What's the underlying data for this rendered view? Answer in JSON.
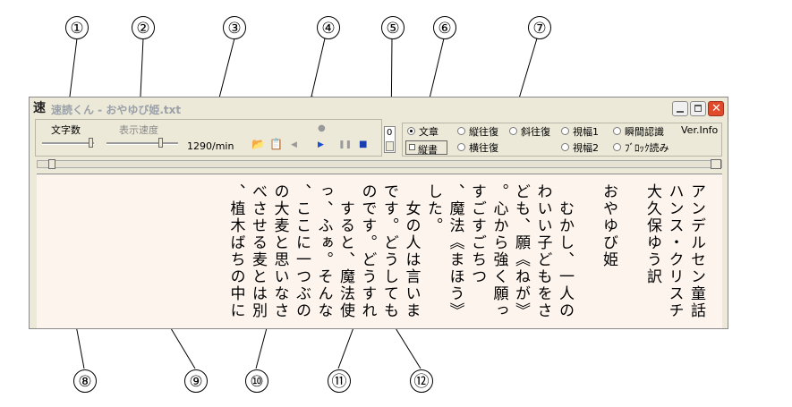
{
  "callouts": [
    "①",
    "②",
    "③",
    "④",
    "⑤",
    "⑥",
    "⑦",
    "⑧",
    "⑨",
    "⑩",
    "⑪",
    "⑫"
  ],
  "window": {
    "app_icon": "速",
    "title": "速読くん - おやゆび姫.txt",
    "controls": [
      "minimize-icon",
      "maximize-icon",
      "close-icon"
    ]
  },
  "toolbar": {
    "char_count_label": "文字数",
    "speed_label": "表示速度",
    "speed_value": "1290/min",
    "icons": [
      "folder-open-icon",
      "paste-icon",
      "rewind-icon",
      "play-icon",
      "pause-icon",
      "stop-icon"
    ],
    "counter_value": "0",
    "vertical_button_label": "縦書",
    "modes_row1": [
      "文章",
      "縦往復",
      "斜往復",
      "視幅1",
      "瞬間認識"
    ],
    "modes_row2": [
      "横往復",
      "視幅2",
      "ﾌﾞﾛｯｸ読み"
    ],
    "selected_mode": "文章",
    "version_label": "Ver.Info"
  },
  "colors": {
    "text_bg": "#fdf4ee",
    "window_bg": "#ece9d8",
    "close_btn": "#e04a2a",
    "play_blue": "#1a4fd0"
  },
  "text_columns": [
    "アンデルセン童話",
    "ハンス・クリスチ",
    "大久保ゆう訳",
    "",
    "おやゆび姫",
    "",
    "　むかし、一人の",
    "わいい子どもをさ",
    "ども、願《ねが》",
    "。心から強く願っ",
    "すごすごちつ",
    "、魔法《まほう》",
    "した。",
    "　女の人は言いま",
    "です。どうしても",
    "のです。どうすれ",
    "　すると、魔法使",
    "っ、ふぁ。そんな",
    "、ここに一つぶの",
    "の大麦と思いなさ",
    "べさせる麦とは別",
    "、植木ばちの中に"
  ]
}
